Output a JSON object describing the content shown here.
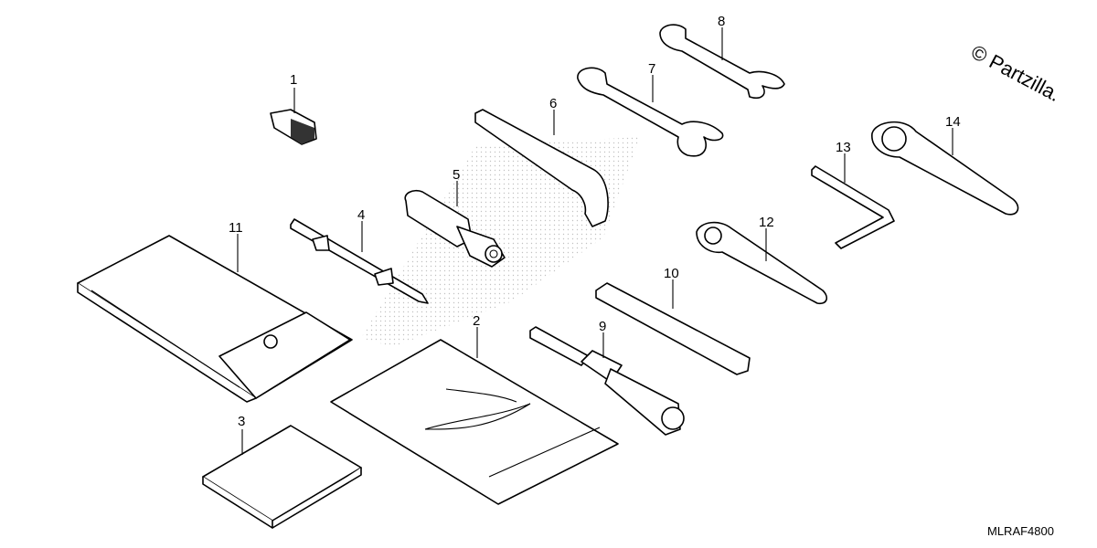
{
  "diagram": {
    "callouts": [
      "1",
      "2",
      "3",
      "4",
      "5",
      "6",
      "7",
      "8",
      "9",
      "10",
      "11",
      "12",
      "13",
      "14"
    ],
    "copyright": "© Partzilla.",
    "code": "MLRAF4800"
  }
}
